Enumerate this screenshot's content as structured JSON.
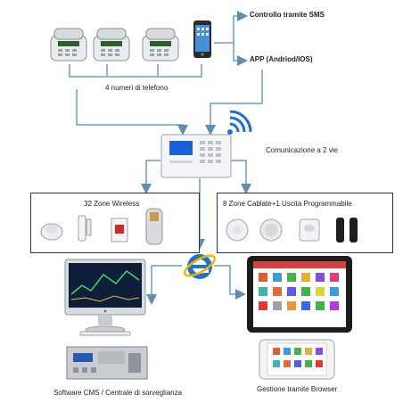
{
  "labels": {
    "sms": "Controllo tramite SMS",
    "app": "APP (Andriod/IOS)",
    "phones": "4 numeri di telefono",
    "comms": "Comunicazione a 2 vie",
    "wireless": "32 Zone Wireless",
    "wired": "8 Zone Cablate+1 Uscita Programmabile",
    "cms": "Software CMS / Centrale di sorveglianza",
    "browser": "Gestione tramite Browser"
  },
  "colors": {
    "connector": "#8fb6cf",
    "arrow": "#5c8fb0",
    "ie_blue": "#1e73c8",
    "ie_ring": "#f0b400",
    "panel_screen": "#1a5ed8",
    "wifi": "#1f6fd1"
  }
}
